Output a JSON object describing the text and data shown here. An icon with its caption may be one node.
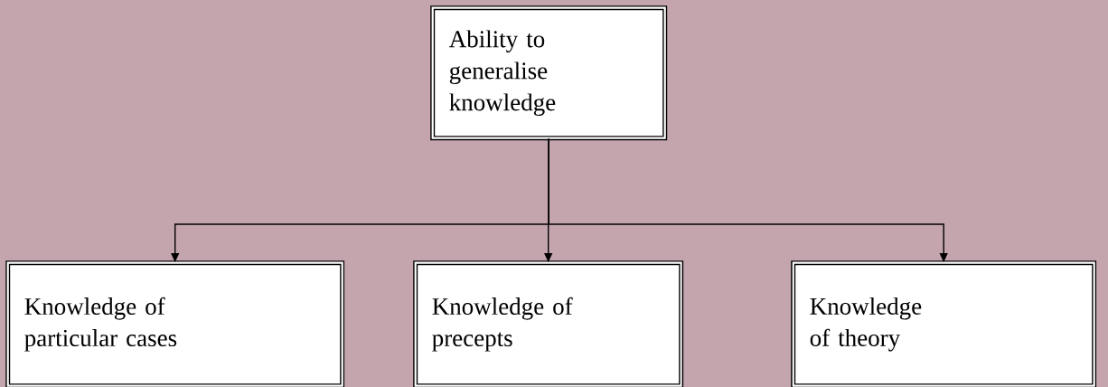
{
  "diagram": {
    "nodes": [
      {
        "text": [
          "Ability to generalise knowledge"
        ]
      },
      {
        "text": [
          "Knowledge of particular cases"
        ]
      },
      {
        "text": [
          "Knowledge of precepts"
        ]
      },
      {
        "text": [
          "Knowledge of theory"
        ]
      }
    ],
    "edges": [
      {
        "from": 0,
        "to": 1,
        "arrow": "to"
      },
      {
        "from": 0,
        "to": 2,
        "arrow": "to"
      },
      {
        "from": 0,
        "to": 3,
        "arrow": "to"
      }
    ]
  }
}
